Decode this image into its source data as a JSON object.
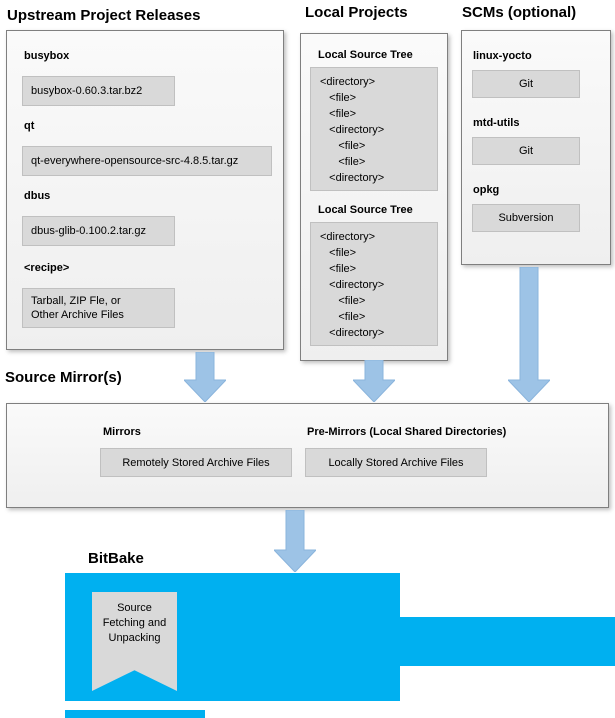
{
  "upstream": {
    "title": "Upstream Project Releases",
    "items": [
      {
        "label": "busybox",
        "value": "busybox-0.60.3.tar.bz2"
      },
      {
        "label": "qt",
        "value": "qt-everywhere-opensource-src-4.8.5.tar.gz"
      },
      {
        "label": "dbus",
        "value": "dbus-glib-0.100.2.tar.gz"
      },
      {
        "label": "<recipe>",
        "value": "Tarball, ZIP Fle, or\nOther Archive Files"
      }
    ]
  },
  "local_projects": {
    "title": "Local Projects",
    "trees": [
      {
        "label": "Local Source Tree",
        "lines": [
          "<directory>",
          "   <file>",
          "   <file>",
          "   <directory>",
          "      <file>",
          "      <file>",
          "   <directory>"
        ]
      },
      {
        "label": "Local Source Tree",
        "lines": [
          "<directory>",
          "   <file>",
          "   <file>",
          "   <directory>",
          "      <file>",
          "      <file>",
          "   <directory>"
        ]
      }
    ]
  },
  "scms": {
    "title": "SCMs (optional)",
    "items": [
      {
        "label": "linux-yocto",
        "value": "Git"
      },
      {
        "label": "mtd-utils",
        "value": "Git"
      },
      {
        "label": "opkg",
        "value": "Subversion"
      }
    ]
  },
  "mirrors": {
    "title": "Source Mirror(s)",
    "mirrors_label": "Mirrors",
    "mirrors_value": "Remotely Stored Archive Files",
    "premirrors_label": "Pre-Mirrors (Local Shared Directories)",
    "premirrors_value": "Locally Stored Archive Files"
  },
  "bitbake": {
    "title": "BitBake",
    "fetch_label": "Source\nFetching and\nUnpacking"
  },
  "colors": {
    "arrow_fill": "#9DC3E6",
    "arrow_stroke": "#8AB4DC",
    "cyan": "#00B0F0",
    "outer_fill": "#EFEFEF",
    "inner_fill": "#D9D9D9",
    "border": "#7F7F7F"
  }
}
